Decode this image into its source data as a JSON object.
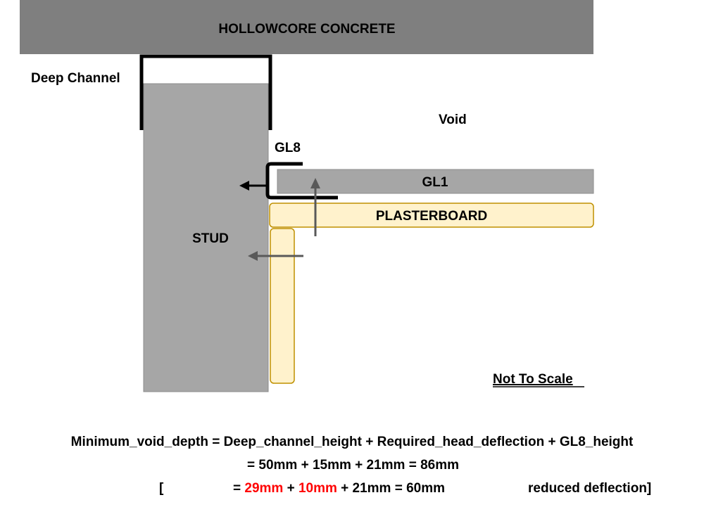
{
  "labels": {
    "concrete": "HOLLOWCORE CONCRETE",
    "deep_channel": "Deep Channel",
    "void": "Void",
    "gl8": "GL8",
    "gl1": "GL1",
    "plasterboard": "PLASTERBOARD",
    "stud": "STUD",
    "not_to_scale": "Not To Scale"
  },
  "formula": {
    "line1": "Minimum_void_depth = Deep_channel_height + Required_head_deflection + GL8_height",
    "line2": "= 50mm + 15mm + 21mm = 86mm",
    "line3_open_bracket": "[",
    "line3_eq": "= ",
    "line3_channel": "29mm",
    "line3_plus1": " + ",
    "line3_deflection": "10mm",
    "line3_rest": " + 21mm = 60mm",
    "line3_note": "reduced deflection]"
  },
  "colors": {
    "concrete": "#7f7f7f",
    "stud": "#a6a6a6",
    "gl1": "#a6a6a6",
    "plasterboard_fill": "#fff2cc",
    "plasterboard_stroke": "#bf9000",
    "highlight": "#ff0000",
    "arrow": "#595959"
  }
}
